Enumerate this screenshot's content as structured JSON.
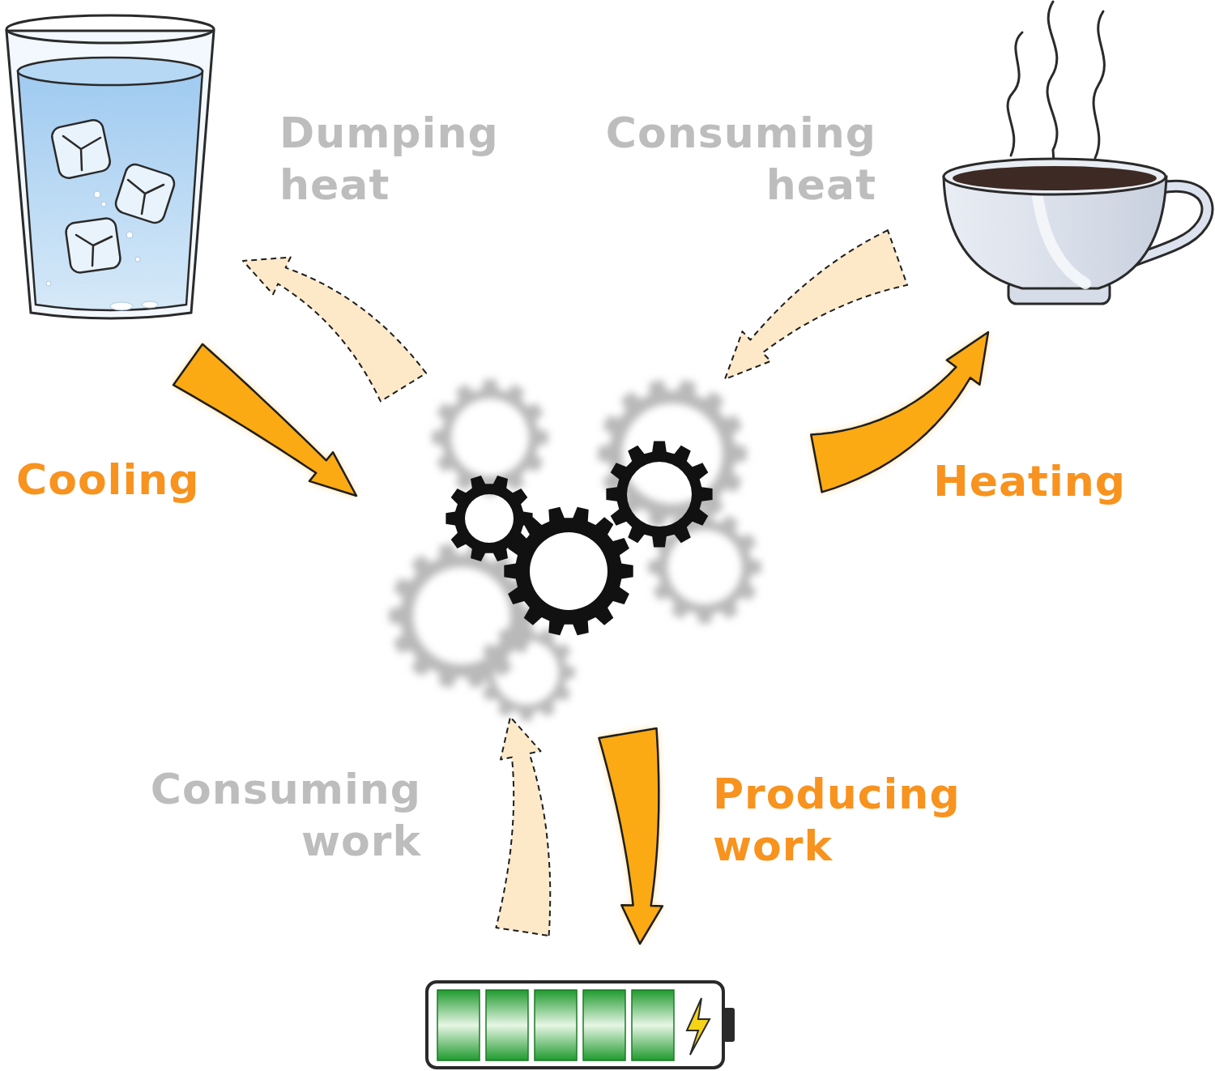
{
  "diagram": {
    "labels": [
      "Dumping heat",
      "Consuming heat",
      "Cooling",
      "Heating",
      "Consuming work",
      "Producing work"
    ]
  }
}
